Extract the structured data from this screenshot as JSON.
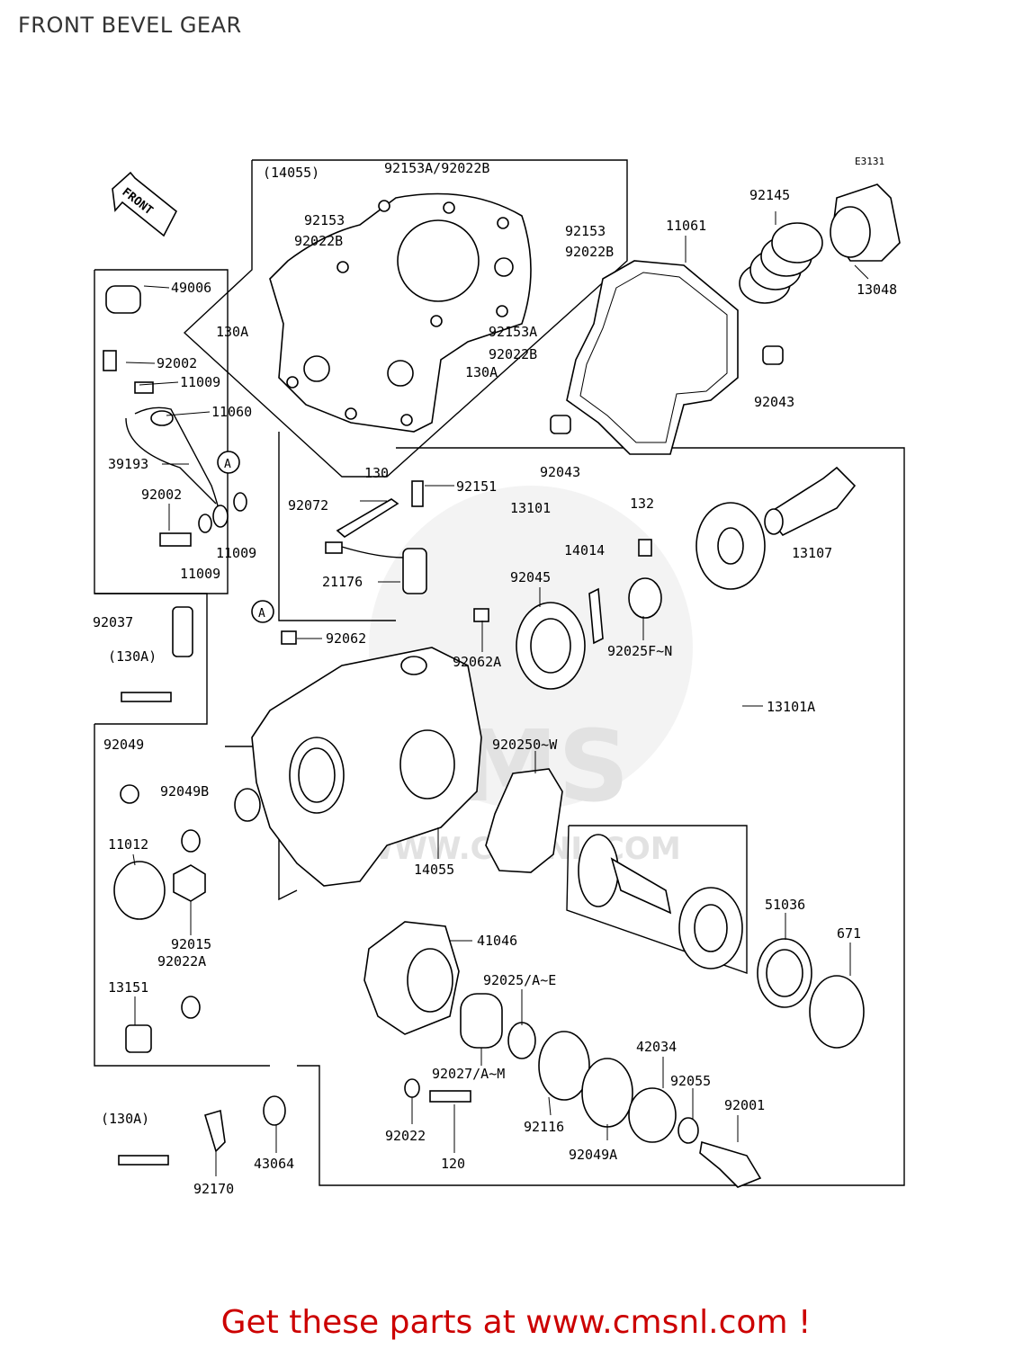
{
  "page": {
    "title": "FRONT BEVEL GEAR",
    "footer": "Get these parts at www.cmsnl.com !",
    "accent_color": "#cc0000"
  },
  "diagram": {
    "ref_code": "E3131",
    "front_arrow_label": "FRONT",
    "watermark_text": "CMS",
    "watermark_url": "WWW.CMSNL.COM",
    "callouts": {
      "c14055_group": "(14055)",
      "c92153A_92022B": "92153A/92022B",
      "c92153_l": "92153",
      "c92022B_l": "92022B",
      "c92153_r": "92153",
      "c92022B_r": "92022B",
      "c130A_1": "130A",
      "c92153A": "92153A",
      "c92022B_2": "92022B",
      "c130A_2": "130A",
      "c130": "130",
      "c11061": "11061",
      "c92145": "92145",
      "c13048": "13048",
      "c92043_1": "92043",
      "c92043_2": "92043",
      "c49006": "49006",
      "c92002_1": "92002",
      "c11009_1": "11009",
      "c11060": "11060",
      "cA_1": "A",
      "c39193": "39193",
      "c92002_2": "92002",
      "c11009_2": "11009",
      "c11009_3": "11009",
      "c92072": "92072",
      "c92151": "92151",
      "c13101": "13101",
      "c132": "132",
      "c13107": "13107",
      "c14014": "14014",
      "c92045": "92045",
      "c21176": "21176",
      "c92025F": "92025F~N",
      "cA_2": "A",
      "c92062": "92062",
      "c92062A": "92062A",
      "c92037": "92037",
      "c130A_3": "(130A)",
      "c13101A": "13101A",
      "c92049": "92049",
      "c920250": "920250~W",
      "c92049B": "92049B",
      "c11012": "11012",
      "c14055": "14055",
      "c92015": "92015",
      "c92022A": "92022A",
      "c41046": "41046",
      "c51036": "51036",
      "c671": "671",
      "c13151": "13151",
      "c92025AE": "92025/A~E",
      "c42034": "42034",
      "c92027": "92027/A~M",
      "c92055": "92055",
      "c92001": "92001",
      "c130A_4": "(130A)",
      "c92116": "92116",
      "c92022": "92022",
      "c43064": "43064",
      "c92049A": "92049A",
      "c120": "120",
      "c92170": "92170"
    }
  }
}
